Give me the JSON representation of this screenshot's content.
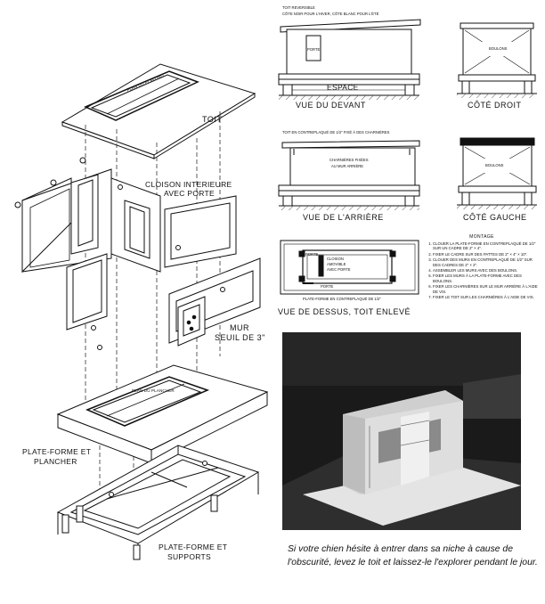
{
  "exploded_view": {
    "roof_label": "TOIT",
    "ceiling_plan": "PLAN DU PLAFOND",
    "partition_label_1": "CLOISON INTERIEURE",
    "partition_label_2": "AVEC PORTE",
    "wall_label": "MUR",
    "sill_label": "SEUIL DE 3\"",
    "floor_plan": "PLAN DU PLANCHER",
    "platform_floor_1": "PLATE-FORME ET",
    "platform_floor_2": "PLANCHER",
    "platform_supports_1": "PLATE-FORME ET",
    "platform_supports_2": "SUPPORTS"
  },
  "front_view": {
    "note_1": "TOIT REVERSIBLE",
    "note_2": "CÔTE NOIR POUR L'HIVER, CÔTE BLANC POUR L'ÉTÉ",
    "door": "PORTE",
    "space": "ESPACE",
    "title": "VUE DU DEVANT"
  },
  "right_side": {
    "bolts": "BOULONS",
    "title": "CÔTÉ DROIT"
  },
  "rear_view": {
    "note": "TOIT EN CONTREPLAQUÉ DE 1/2\" FIXÉ À DES CHARNIÈRES",
    "hinges_1": "CHARNIÈRES FIXÉES",
    "hinges_2": "AU MUR ARRIÈRE",
    "title": "VUE DE L'ARRIÈRE"
  },
  "left_side": {
    "bolts": "BOULONS",
    "title": "CÔTÉ GAUCHE"
  },
  "top_view": {
    "door_top": "PORTE",
    "partition_1": "CLOISON",
    "partition_2": "AMOVIBLE",
    "partition_3": "AVEC PORTE",
    "door_bottom": "PORTE",
    "platform_note": "PLATE-FORME EN CONTREPLAQUÉ DE 1/2\"",
    "title": "VUE DE DESSUS, TOIT ENLEVÉ"
  },
  "montage": {
    "title": "MONTAGE",
    "steps": [
      "CLOUER LA PLATE-FORME EN CONTREPLAQUÉ DE 1/2\" SUR UN CADRE DE 2\" × 4\".",
      "FIXER LE CADRE SUR DES PATTES DE 2\" × 4\" × 10\".",
      "CLOUER DES MURS EN CONTREPLAQUÉ DE 1/2\" SUR DES CADRES DE 2\" × 2\".",
      "ASSEMBLER LES MURS AVEC DES BOULONS.",
      "FIXER LES MURS À LA PLATE-FORME AVEC DES BOULONS.",
      "FIXER LES CHARNIÈRES SUR LE MUR ARRIÈRE À L'AIDE DE VIS.",
      "FIXER LE TOIT SUR LES CHARNIÈRES À L'AIDE DE VIS."
    ]
  },
  "caption": "Si votre chien hésite à entrer dans sa niche à cause de l'obscurité, levez le toit et laissez-le l'explorer pendant le jour."
}
